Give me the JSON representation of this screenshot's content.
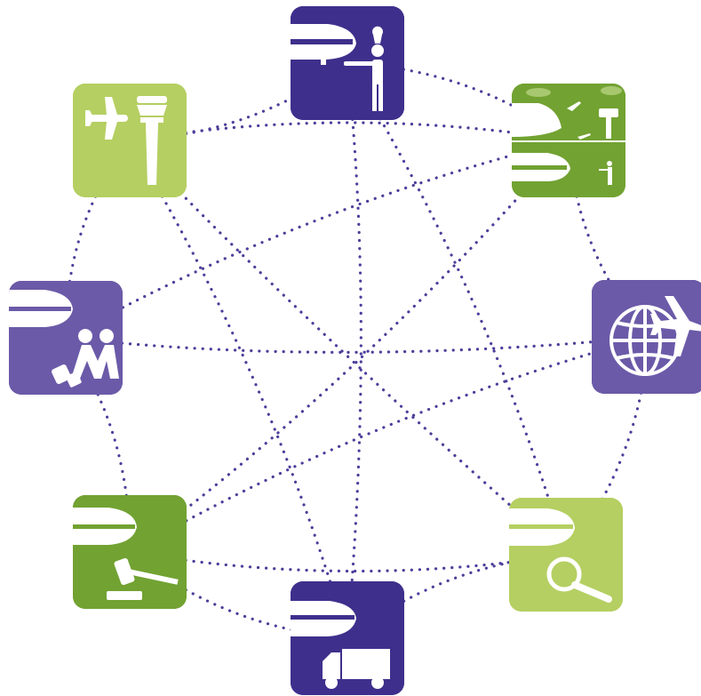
{
  "colors": {
    "dots": "#4b3f9a",
    "navy": "#3f2f8c",
    "violet": "#6b5aa8",
    "lime": "#b5cf62",
    "green": "#72a232"
  },
  "nodes": [
    {
      "id": "ground-marshalling",
      "color": "navy",
      "icons": [
        "airplane-nose-icon",
        "marshaller-icon"
      ]
    },
    {
      "id": "airport-operations",
      "color": "green",
      "icons": [
        "airplane-nose-icon",
        "control-tower-icon",
        "airplane-icon",
        "marshaller-icon"
      ]
    },
    {
      "id": "international-flights",
      "color": "violet",
      "icons": [
        "globe-icon",
        "airplane-icon"
      ]
    },
    {
      "id": "inspection",
      "color": "lime",
      "icons": [
        "airplane-nose-icon",
        "magnifier-icon"
      ]
    },
    {
      "id": "cargo-transport",
      "color": "navy",
      "icons": [
        "airplane-nose-icon",
        "truck-icon"
      ]
    },
    {
      "id": "aviation-law",
      "color": "green",
      "icons": [
        "airplane-nose-icon",
        "gavel-icon"
      ]
    },
    {
      "id": "passengers",
      "color": "violet",
      "icons": [
        "airplane-nose-icon",
        "travellers-icon"
      ]
    },
    {
      "id": "air-traffic-control",
      "color": "lime",
      "icons": [
        "airplane-icon",
        "control-tower-icon"
      ]
    }
  ],
  "connections": [
    [
      "ground-marshalling",
      "airport-operations"
    ],
    [
      "airport-operations",
      "international-flights"
    ],
    [
      "international-flights",
      "inspection"
    ],
    [
      "inspection",
      "cargo-transport"
    ],
    [
      "cargo-transport",
      "aviation-law"
    ],
    [
      "aviation-law",
      "passengers"
    ],
    [
      "passengers",
      "air-traffic-control"
    ],
    [
      "air-traffic-control",
      "ground-marshalling"
    ],
    [
      "air-traffic-control",
      "airport-operations"
    ],
    [
      "passengers",
      "international-flights"
    ],
    [
      "aviation-law",
      "inspection"
    ],
    [
      "ground-marshalling",
      "cargo-transport"
    ],
    [
      "air-traffic-control",
      "inspection"
    ],
    [
      "airport-operations",
      "aviation-law"
    ],
    [
      "ground-marshalling",
      "inspection"
    ],
    [
      "air-traffic-control",
      "cargo-transport"
    ],
    [
      "passengers",
      "airport-operations"
    ],
    [
      "aviation-law",
      "international-flights"
    ]
  ]
}
